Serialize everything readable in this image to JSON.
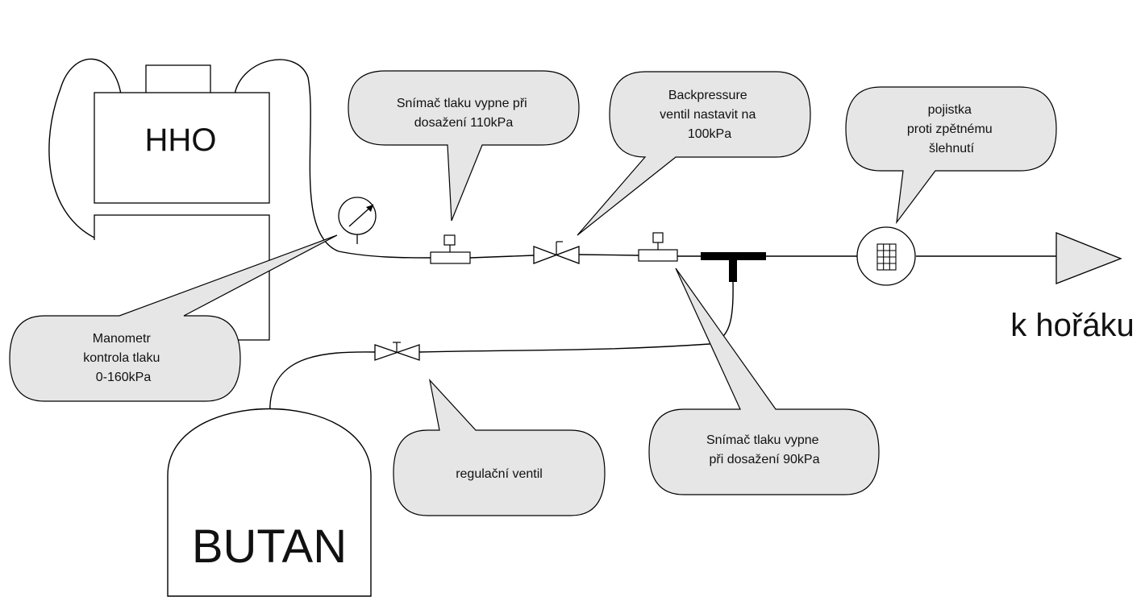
{
  "labels": {
    "hho": "HHO",
    "butan": "BUTAN",
    "outlet": "k hořáku"
  },
  "callouts": {
    "sensor_110": [
      "Snímač tlaku vypne při",
      "dosažení 110kPa"
    ],
    "backpressure": [
      "Backpressure",
      "ventil nastavit na",
      "100kPa"
    ],
    "flashback": [
      "pojistka",
      "proti zpětnému",
      "šlehnutí"
    ],
    "manometer": [
      "Manometr",
      "kontrola tlaku",
      "0-160kPa"
    ],
    "regulator": [
      "regulační ventil"
    ],
    "sensor_90": [
      "Snímač tlaku vypne",
      "při dosažení 90kPa"
    ]
  },
  "colors": {
    "bubble_fill": "#e6e6e6",
    "stroke": "#000000",
    "background": "#ffffff"
  }
}
